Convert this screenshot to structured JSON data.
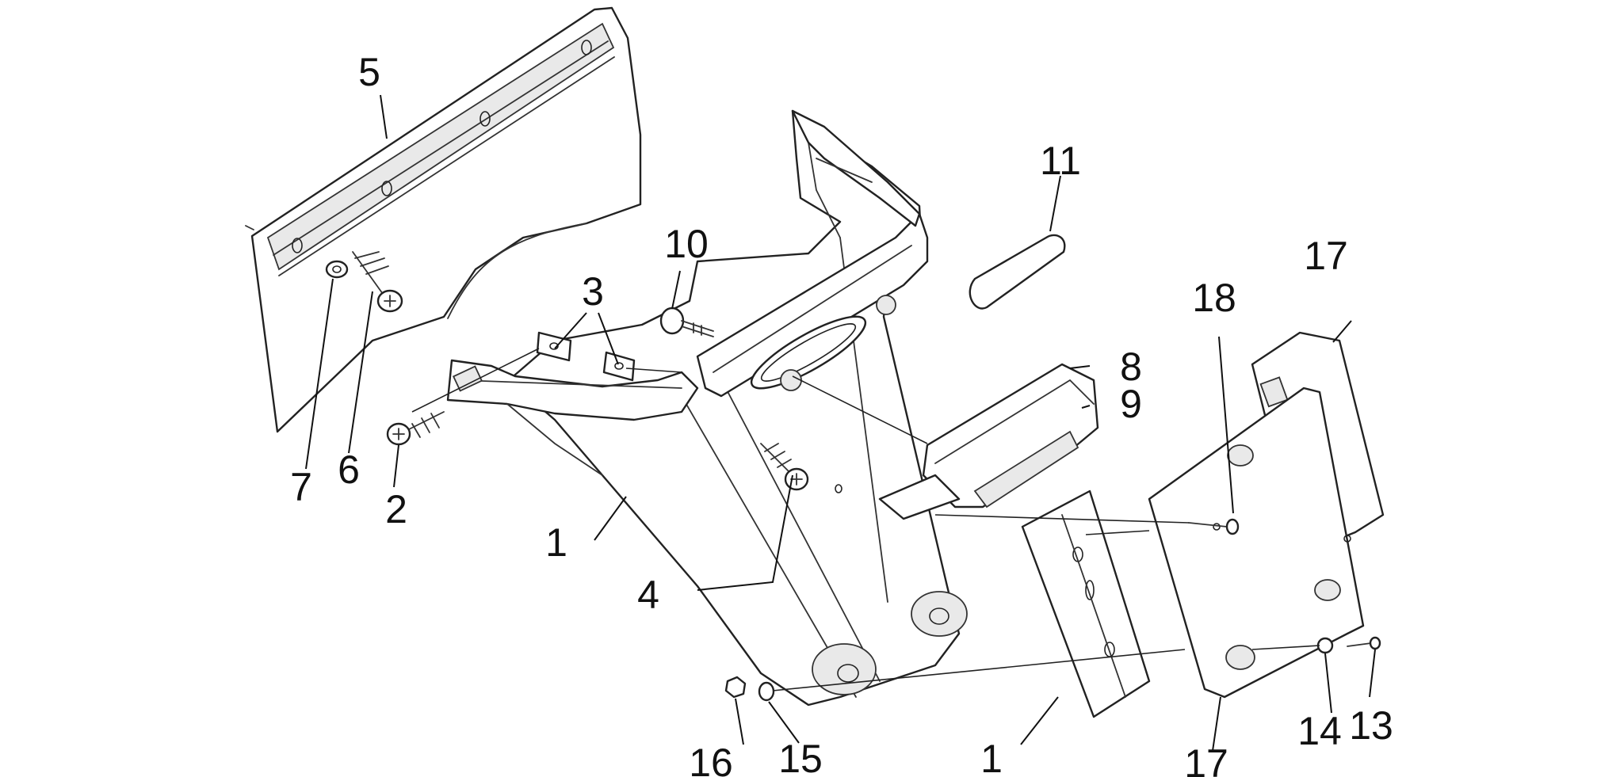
{
  "callouts": {
    "c1a": "1",
    "c1b": "1",
    "c2": "2",
    "c3": "3",
    "c4": "4",
    "c5": "5",
    "c6": "6",
    "c7": "7",
    "c8": "8",
    "c9": "9",
    "c10": "10",
    "c11": "11",
    "c13": "13",
    "c14": "14",
    "c15": "15",
    "c16": "16",
    "c17a": "17",
    "c17b": "17",
    "c18": "18"
  },
  "colors": {
    "line": "#222222",
    "background": "#ffffff"
  }
}
